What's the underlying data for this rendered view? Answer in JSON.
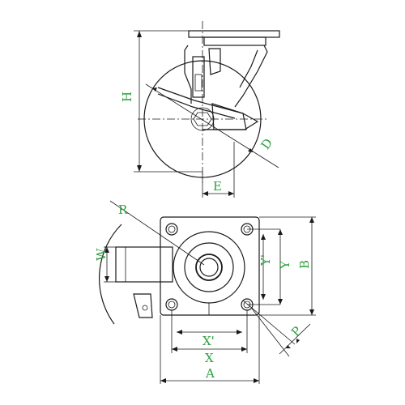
{
  "labels": {
    "H": "H",
    "D": "D",
    "E": "E",
    "R": "R",
    "W": "W",
    "Y_prime": "Y'",
    "Y": "Y",
    "B": "B",
    "P": "P",
    "X_prime": "X'",
    "X": "X",
    "A": "A"
  },
  "colors": {
    "label": "#2e9e3e",
    "line": "#1a1a1a",
    "background": "#ffffff"
  }
}
